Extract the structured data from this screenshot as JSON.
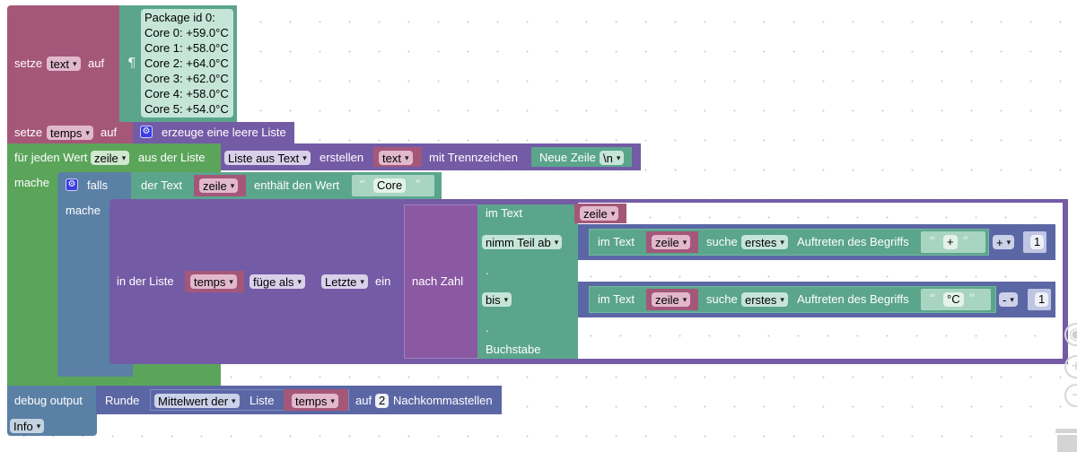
{
  "colors": {
    "variables": "#a5577a",
    "text": "#5ba58c",
    "lists": "#745ba6",
    "loops": "#5ba55b",
    "logic": "#5b80a5",
    "math": "#5b67a5"
  },
  "set_text": {
    "label_set": "setze",
    "var": "text",
    "label_to": "auf",
    "paragraph_icon": "¶",
    "multiline_lines": [
      "Package id 0:",
      "Core 0: +59.0°C",
      "Core 1: +58.0°C",
      "Core 2: +64.0°C",
      "Core 3: +62.0°C",
      "Core 4: +58.0°C",
      "Core 5: +54.0°C"
    ]
  },
  "set_temps": {
    "label_set": "setze",
    "var": "temps",
    "label_to": "auf",
    "create_list": "erzeuge eine leere Liste"
  },
  "for_each": {
    "label_for": "für jeden Wert",
    "var": "zeile",
    "label_from": "aus der Liste",
    "label_do": "mache",
    "split": {
      "mode": "Liste aus Text",
      "label_create": "erstellen",
      "var": "text",
      "label_delim": "mit Trennzeichen",
      "newline_label": "Neue Zeile",
      "newline_value": "\\n"
    }
  },
  "if_block": {
    "label_if": "falls",
    "label_do": "mache",
    "condition": {
      "label_text": "der Text",
      "var": "zeile",
      "label_contains": "enthält den Wert",
      "value": "Core"
    }
  },
  "list_insert": {
    "label_in_list": "in der Liste",
    "var": "temps",
    "mode": "füge als",
    "position": "Letzte",
    "label_insert": "ein"
  },
  "to_number": {
    "label": "nach Zahl"
  },
  "substring": {
    "label_in_text": "im Text",
    "var": "zeile",
    "from_mode": "nimm Teil ab",
    "dot1": ".",
    "to_mode": "bis",
    "dot2": ".",
    "label_letter": "Buchstabe",
    "from_expr": {
      "label_in_text": "im Text",
      "var": "zeile",
      "label_find": "suche",
      "occurrence": "erstes",
      "label_of": "Auftreten des Begriffs",
      "term": "+",
      "op": "+",
      "num": "1"
    },
    "to_expr": {
      "label_in_text": "im Text",
      "var": "zeile",
      "label_find": "suche",
      "occurrence": "erstes",
      "label_of": "Auftreten des Begriffs",
      "term": "°C",
      "op": "-",
      "num": "1"
    }
  },
  "debug": {
    "label": "debug output",
    "level": "Info",
    "round_label": "Runde",
    "avg_mode": "Mittelwert der",
    "list_label": "Liste",
    "var": "temps",
    "label_to": "auf",
    "decimals": "2",
    "label_decimals": "Nachkommastellen"
  },
  "workspace_controls": [
    "center-icon",
    "zoom-in-icon",
    "zoom-out-icon",
    "trash-icon"
  ]
}
